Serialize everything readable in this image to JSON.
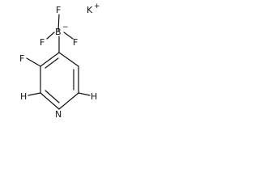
{
  "molecule": {
    "atoms": {
      "f_top": "F",
      "f_left": "F",
      "f_right": "F",
      "boron": "B",
      "boron_charge": "−",
      "fluorine_ring": "F",
      "nitrogen": "N",
      "hydrogen_left": "H",
      "hydrogen_right": "H",
      "potassium": "K",
      "potassium_charge": "+"
    }
  }
}
